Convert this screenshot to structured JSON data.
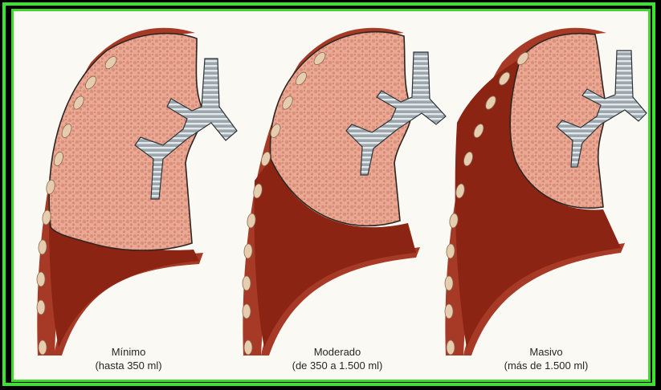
{
  "stages": [
    {
      "label": "Mínimo",
      "detail": "(hasta 350 ml)",
      "level": "minimo"
    },
    {
      "label": "Moderado",
      "detail": "(de 350 a 1.500 ml)",
      "level": "moderado"
    },
    {
      "label": "Masivo",
      "detail": "(más de 1.500 ml)",
      "level": "masivo"
    }
  ],
  "colors": {
    "frame": "#39e62b",
    "background": "#fbf9f4",
    "lung": "#e8a48e",
    "effusion": "#8c2414",
    "chest_wall": "#a73a26",
    "rib": "#e6cdb0",
    "bronchus": "#8a96a0"
  }
}
